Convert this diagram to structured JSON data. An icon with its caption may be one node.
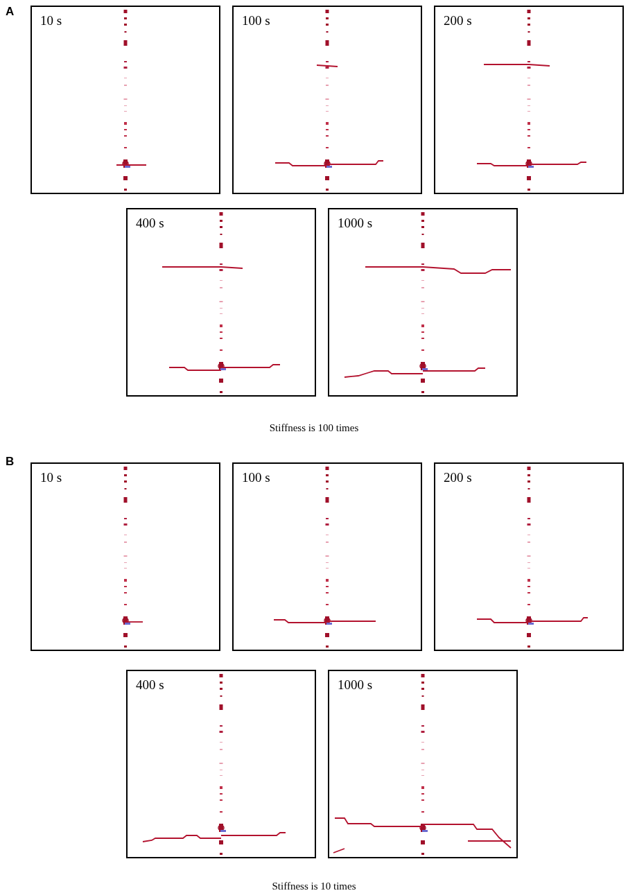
{
  "diagram": {
    "nodes": [
      {
        "text": [
          "10 s"
        ]
      },
      {
        "text": [
          "100 s"
        ]
      },
      {
        "text": [
          "200 s"
        ]
      },
      {
        "text": [
          "400 s"
        ]
      },
      {
        "text": [
          "1000 s"
        ]
      },
      {
        "text": [
          "10 s"
        ]
      },
      {
        "text": [
          "100 s"
        ]
      },
      {
        "text": [
          "200 s"
        ]
      },
      {
        "text": [
          "400 s"
        ]
      },
      {
        "text": [
          "1000 s"
        ]
      }
    ],
    "labels": [
      "A",
      "Stiffness is 100 times",
      "B",
      "Stiffness is 10 times"
    ]
  }
}
